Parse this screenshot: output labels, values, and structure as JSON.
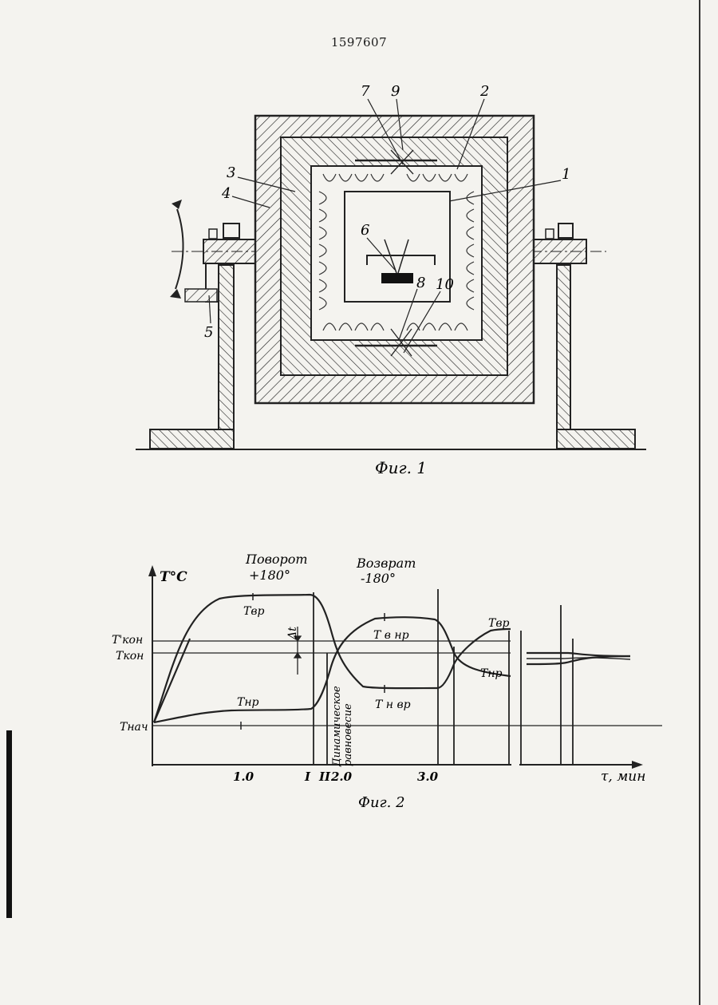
{
  "document": {
    "patent_number": "1597607"
  },
  "fig1": {
    "caption": "Фиг. 1",
    "labels": {
      "l1": "1",
      "l2": "2",
      "l3": "3",
      "l4": "4",
      "l5": "5",
      "l6": "6",
      "l7": "7",
      "l8": "8",
      "l9": "9",
      "l10": "10"
    }
  },
  "fig2": {
    "caption": "Фиг. 2",
    "y_axis_label": "T°C",
    "x_axis_label": "τ, мин",
    "y_labels": {
      "t_kon_prime": "T'кон",
      "t_kon": "Tкон",
      "t_nach": "Tнач"
    },
    "x_ticks": [
      "1.0",
      "I",
      "II",
      "2.0",
      "3.0"
    ],
    "annotations": {
      "rotate": "Поворот",
      "rotate_angle": "+180°",
      "return": "Возврат",
      "return_angle": "-180°",
      "equilibrium_1": "Динамическое",
      "equilibrium_2": "равновесие",
      "delta_t": "Δt"
    },
    "curve_labels": {
      "t_vr": "Tвр",
      "t_np": "Tнр",
      "t_np_b": "T в нр",
      "t_vr_n": "T н вр",
      "t_vr_2": "Tвр",
      "t_np_2": "Tнр"
    }
  }
}
